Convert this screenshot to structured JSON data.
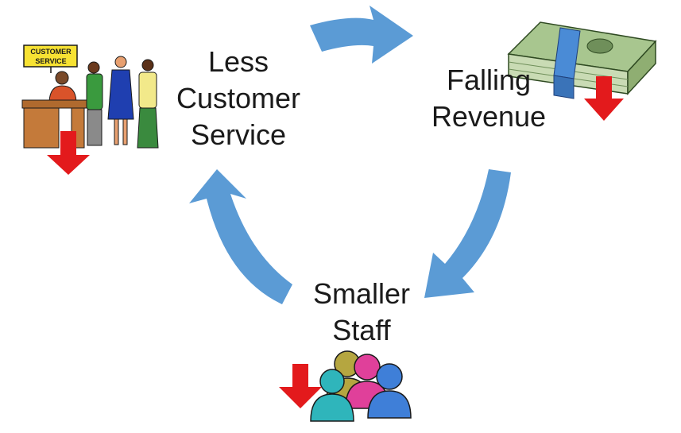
{
  "diagram": {
    "nodes": [
      {
        "id": "service",
        "lines": [
          "Less",
          "Customer",
          "Service"
        ]
      },
      {
        "id": "revenue",
        "lines": [
          "Falling",
          "Revenue"
        ]
      },
      {
        "id": "staff",
        "lines": [
          "Smaller",
          "Staff"
        ]
      }
    ],
    "arrows": [
      {
        "from": "service",
        "to": "revenue"
      },
      {
        "from": "revenue",
        "to": "staff"
      },
      {
        "from": "staff",
        "to": "service"
      }
    ],
    "colors": {
      "cycle_arrow": "#5b9bd5",
      "down_arrow": "#e31a1c",
      "text": "#1a1a1a"
    },
    "clipart": {
      "service_sign": [
        "CUSTOMER",
        "SERVICE"
      ],
      "revenue": "money-stack",
      "staff": "people-group"
    }
  }
}
